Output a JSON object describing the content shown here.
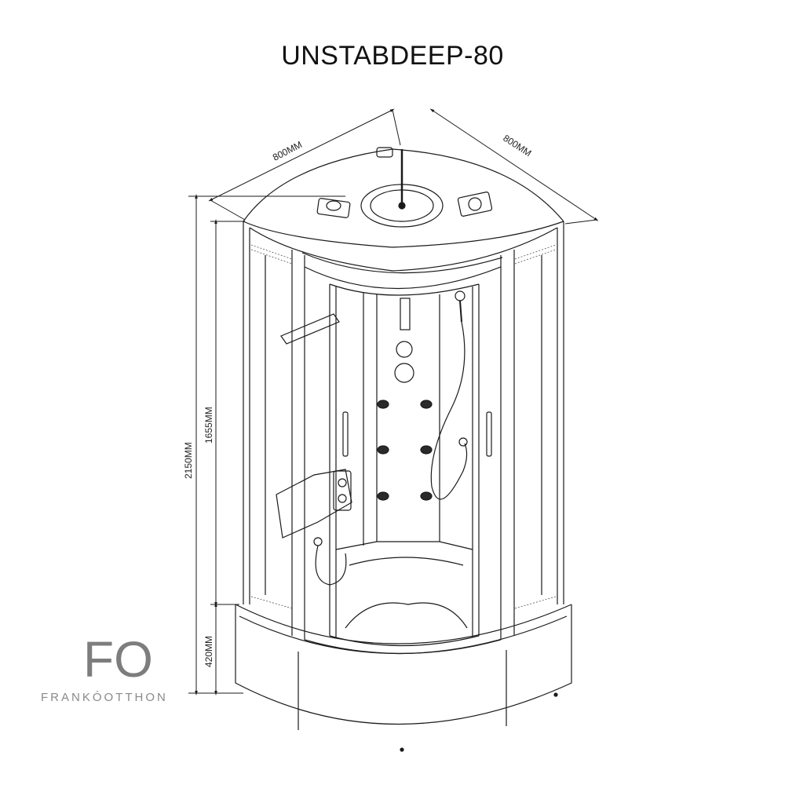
{
  "title": "UNSTABDEEP-80",
  "dimensions": {
    "width_left": "800MM",
    "width_right": "800MM",
    "height_total": "2150MM",
    "height_cabin": "1655MM",
    "height_tray": "420MM"
  },
  "logo": {
    "mark": "FO",
    "text": "FRANKÓOTTHON"
  },
  "colors": {
    "line": "#1a1a1a",
    "light_line": "#555555",
    "logo": "#7d7d7d"
  }
}
